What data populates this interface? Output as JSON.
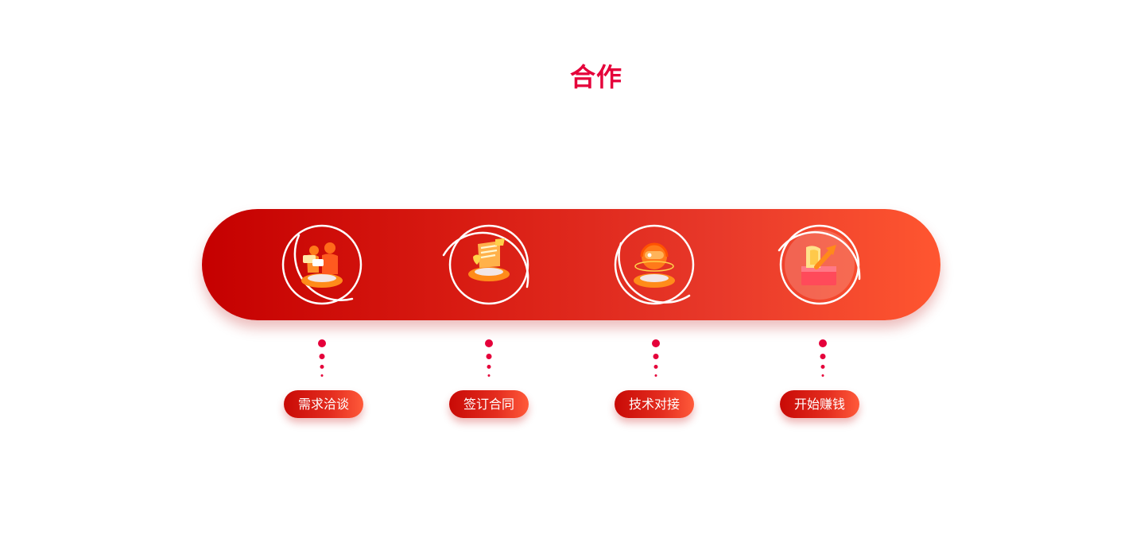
{
  "title": "合作",
  "colors": {
    "accent": "#e5003a",
    "band_start": "#c50000",
    "band_end": "#ff5630"
  },
  "steps": [
    {
      "label": "需求洽谈",
      "icon": "negotiation-icon"
    },
    {
      "label": "签订合同",
      "icon": "contract-icon"
    },
    {
      "label": "技术对接",
      "icon": "tech-support-icon"
    },
    {
      "label": "开始赚钱",
      "icon": "earnings-growth-icon"
    }
  ]
}
